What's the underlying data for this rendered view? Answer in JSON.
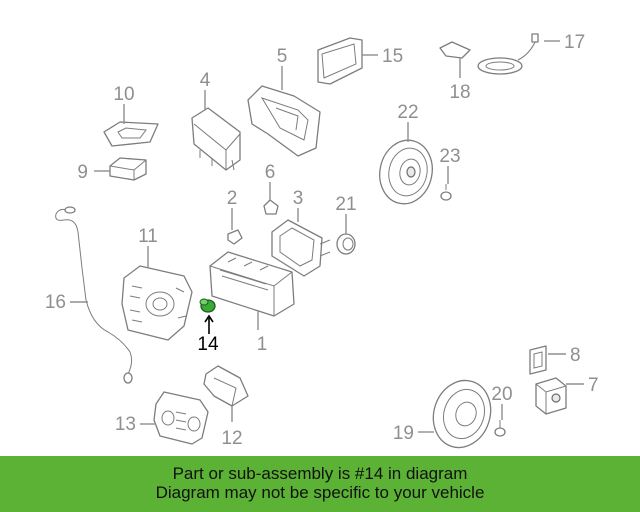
{
  "highlight_color": "#5cb234",
  "highlight_part_color": "#3aa935",
  "diagram": {
    "callouts": {
      "c1": "1",
      "c2": "2",
      "c3": "3",
      "c4": "4",
      "c5": "5",
      "c6": "6",
      "c7": "7",
      "c8": "8",
      "c9": "9",
      "c10": "10",
      "c11": "11",
      "c12": "12",
      "c13": "13",
      "c14": "14",
      "c15": "15",
      "c16": "16",
      "c17": "17",
      "c18": "18",
      "c19": "19",
      "c20": "20",
      "c21": "21",
      "c22": "22",
      "c23": "23"
    }
  },
  "banner": {
    "line1": "Part or sub-assembly is #14 in diagram",
    "line2": "Diagram may not be specific to your vehicle"
  }
}
